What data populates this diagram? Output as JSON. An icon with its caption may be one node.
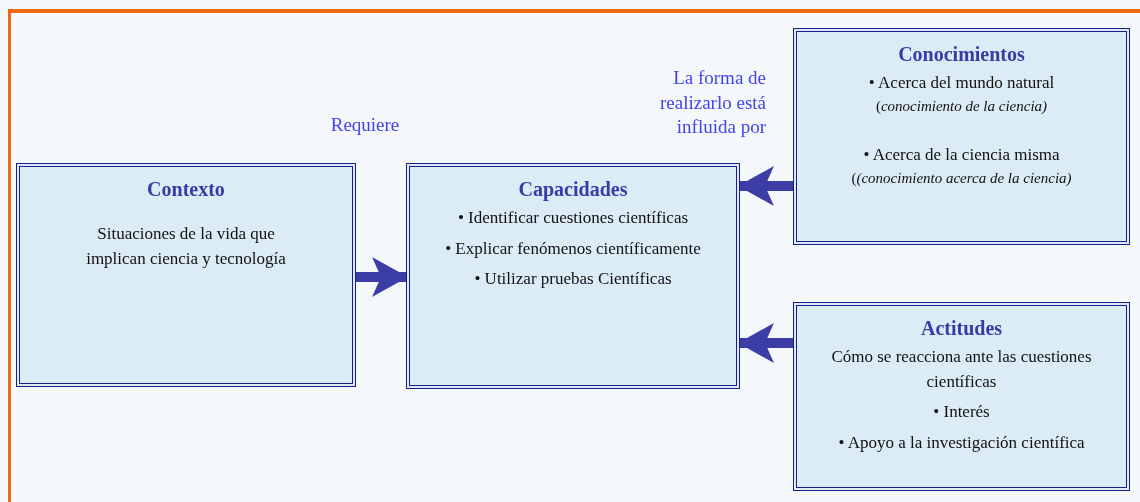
{
  "diagram": {
    "nodes": [
      {
        "text": [
          "Contexto",
          "Situaciones de la vida que implican ciencia y tecnología"
        ]
      },
      {
        "text": [
          "Capacidades",
          "• Identificar cuestiones científicas",
          "• Explicar fenómenos científicamente",
          "• Utilizar pruebas Científicas"
        ]
      },
      {
        "text": [
          "Conocimientos",
          "• Acerca del mundo natural",
          "(*conocimiento de la ciencia)*",
          "• Acerca de la ciencia misma",
          "(*(conocimiento acerca de la ciencia)*"
        ]
      },
      {
        "text": [
          "Actitudes",
          "Cómo se reacciona ante las cuestiones científicas",
          "• Interés",
          "• Apoyo a la investigación científica"
        ]
      }
    ],
    "edges": [
      {
        "from": 0,
        "to": 1,
        "arrow": "to"
      },
      {
        "from": 2,
        "to": 1,
        "arrow": "to"
      },
      {
        "from": 3,
        "to": 1,
        "arrow": "to"
      }
    ],
    "labels": [
      "Requiere",
      "La forma de realizarlo está influida por"
    ]
  }
}
